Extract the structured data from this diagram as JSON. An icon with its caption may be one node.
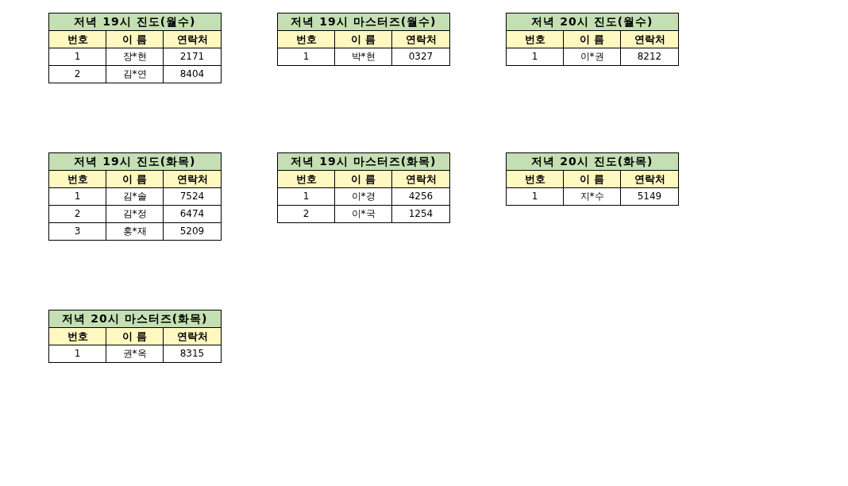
{
  "diagram": {
    "nodes": [
      {
        "text": [
          "저녁 19시 진도(월수)",
          "번호",
          "이 름",
          "연락처",
          "1",
          "장*현",
          "2171",
          "2",
          "김*연",
          "8404"
        ]
      },
      {
        "text": [
          "저녁 19시 마스터즈(월수)",
          "번호",
          "이 름",
          "연락처",
          "1",
          "박*현",
          "0327"
        ]
      },
      {
        "text": [
          "저녁 20시 진도(월수)",
          "번호",
          "이 름",
          "연락처",
          "1",
          "이*권",
          "8212"
        ]
      },
      {
        "text": [
          "저녁 19시 진도(화목)",
          "번호",
          "이 름",
          "연락처",
          "1",
          "김*솔",
          "7524",
          "2",
          "김*정",
          "6474",
          "3",
          "홍*재",
          "5209"
        ]
      },
      {
        "text": [
          "저녁 19시 마스터즈(화목)",
          "번호",
          "이 름",
          "연락처",
          "1",
          "이*경",
          "4256",
          "2",
          "이*국",
          "1254"
        ]
      },
      {
        "text": [
          "저녁 20시 진도(화목)",
          "번호",
          "이 름",
          "연락처",
          "1",
          "지*수",
          "5149"
        ]
      },
      {
        "text": [
          "저녁 20시 마스터즈(화목)",
          "번호",
          "이 름",
          "연락처",
          "1",
          "권*옥",
          "8315"
        ]
      }
    ]
  }
}
